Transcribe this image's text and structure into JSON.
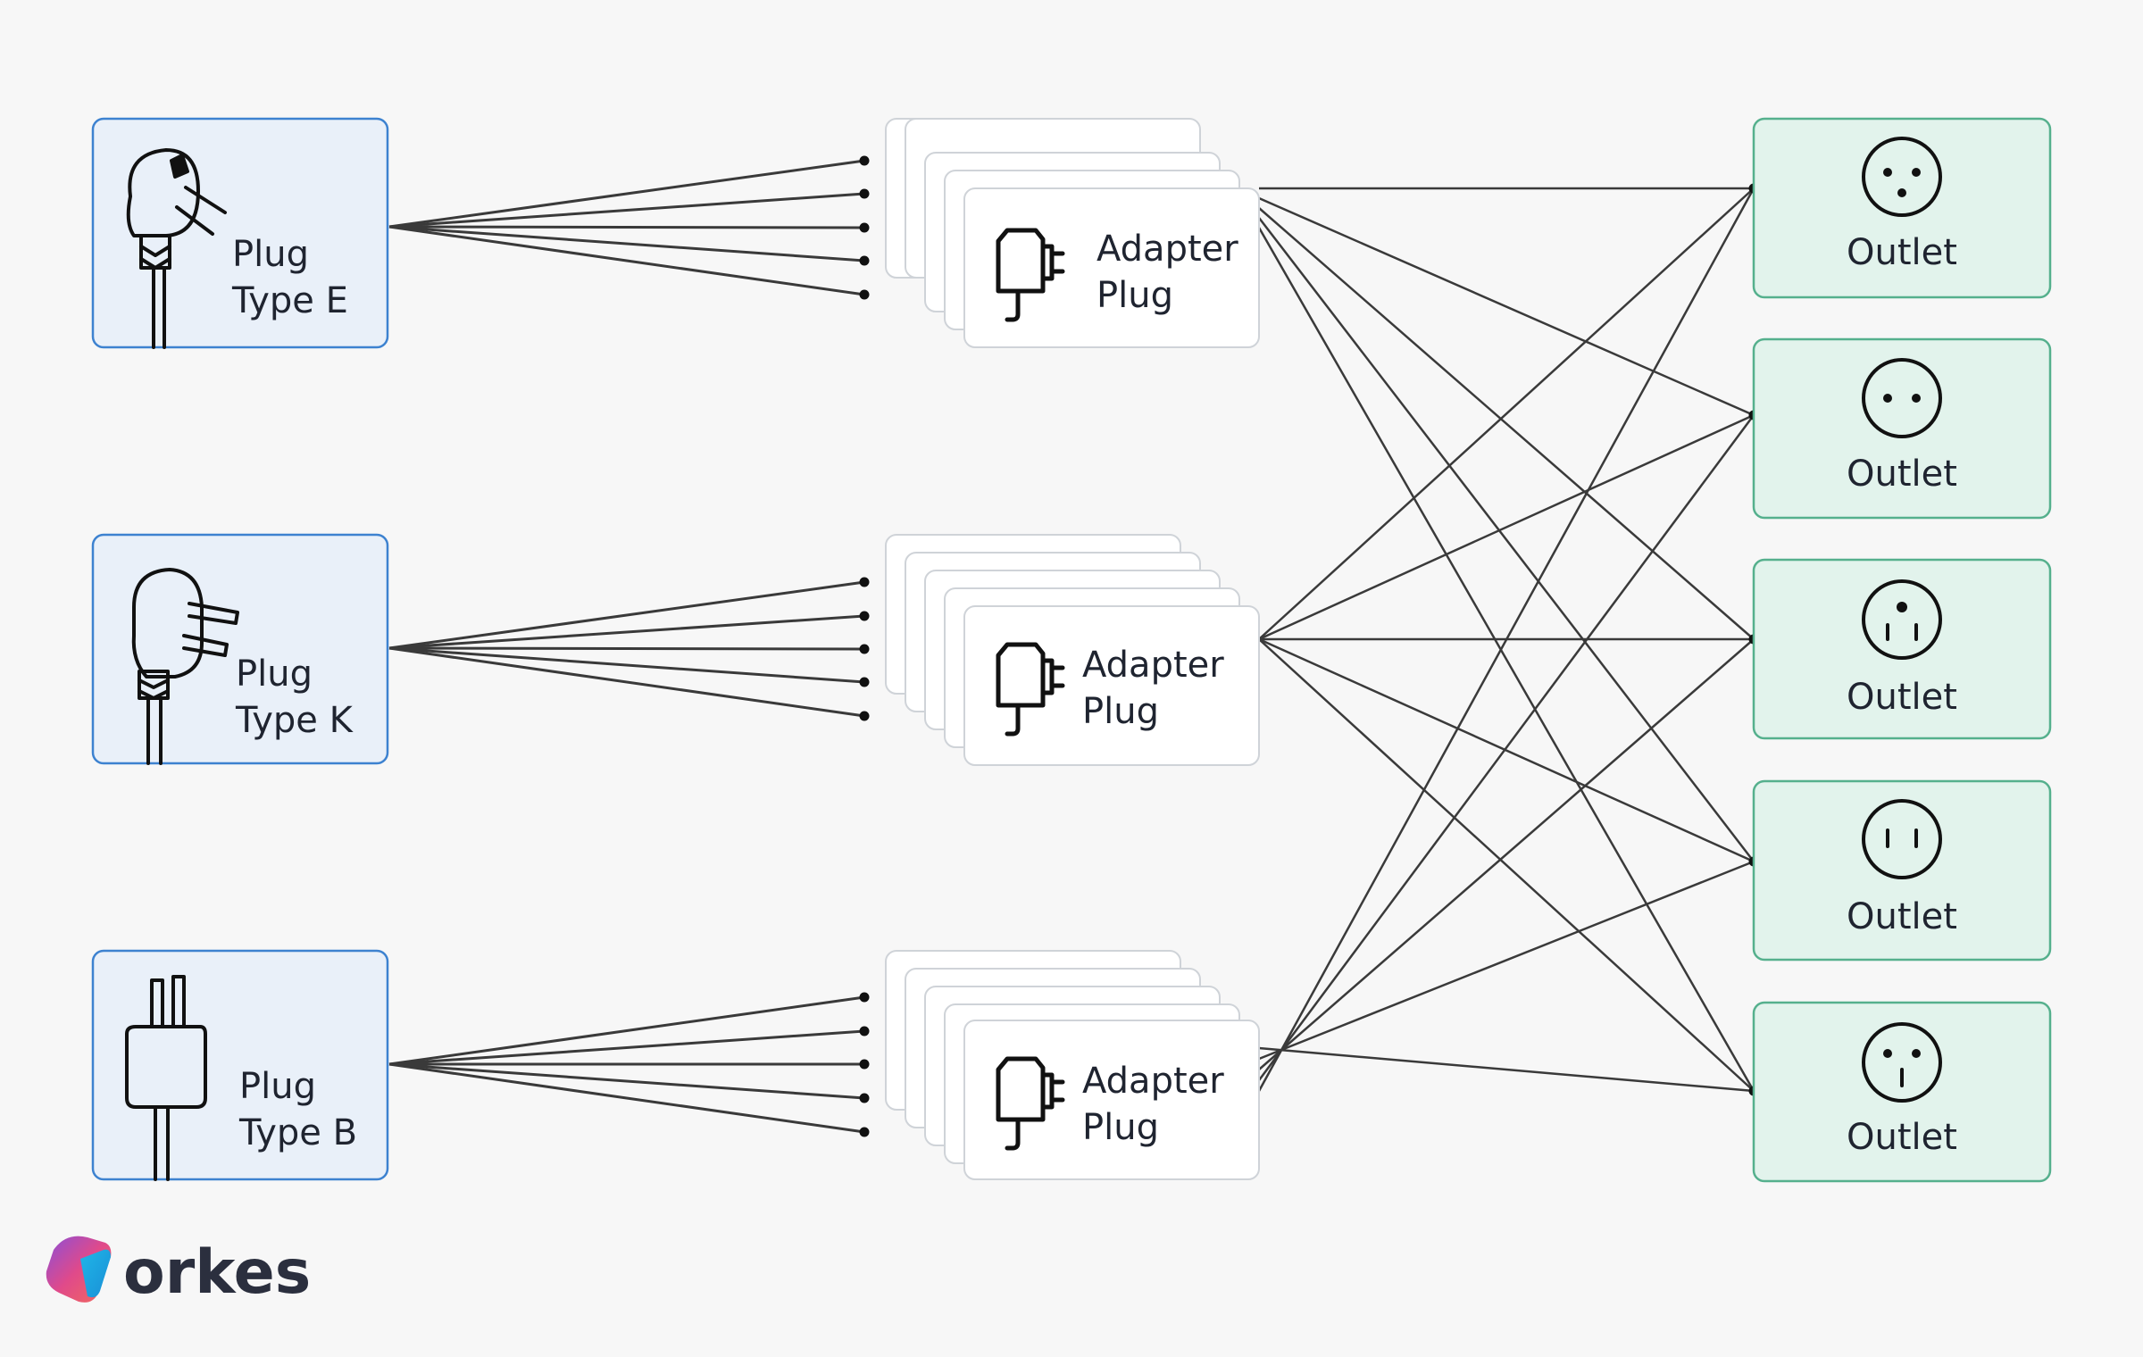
{
  "plugs": [
    {
      "line1": "Plug",
      "line2": "Type E",
      "icon": "plug-type-e-icon"
    },
    {
      "line1": "Plug",
      "line2": "Type K",
      "icon": "plug-type-k-icon"
    },
    {
      "line1": "Plug",
      "line2": "Type B",
      "icon": "plug-type-b-icon"
    }
  ],
  "adapters": [
    {
      "line1": "Adapter",
      "line2": "Plug",
      "icon": "power-adapter-icon"
    },
    {
      "line1": "Adapter",
      "line2": "Plug",
      "icon": "power-adapter-icon"
    },
    {
      "line1": "Adapter",
      "line2": "Plug",
      "icon": "power-adapter-icon"
    }
  ],
  "outlets": [
    {
      "label": "Outlet",
      "icon": "socket-three-hole-icon"
    },
    {
      "label": "Outlet",
      "icon": "socket-two-hole-icon"
    },
    {
      "label": "Outlet",
      "icon": "socket-three-prong-icon"
    },
    {
      "label": "Outlet",
      "icon": "socket-two-slot-icon"
    },
    {
      "label": "Outlet",
      "icon": "socket-grounded-icon"
    }
  ],
  "brand": {
    "name": "orkes",
    "icon": "orkes-logo-icon"
  },
  "colors": {
    "plug_fill": "#e9f0f9",
    "plug_stroke": "#3d82d0",
    "outlet_fill": "#e2f3ec",
    "outlet_stroke": "#55b08d",
    "card_stroke": "#cfd3d8",
    "line": "#3a3a3a"
  }
}
